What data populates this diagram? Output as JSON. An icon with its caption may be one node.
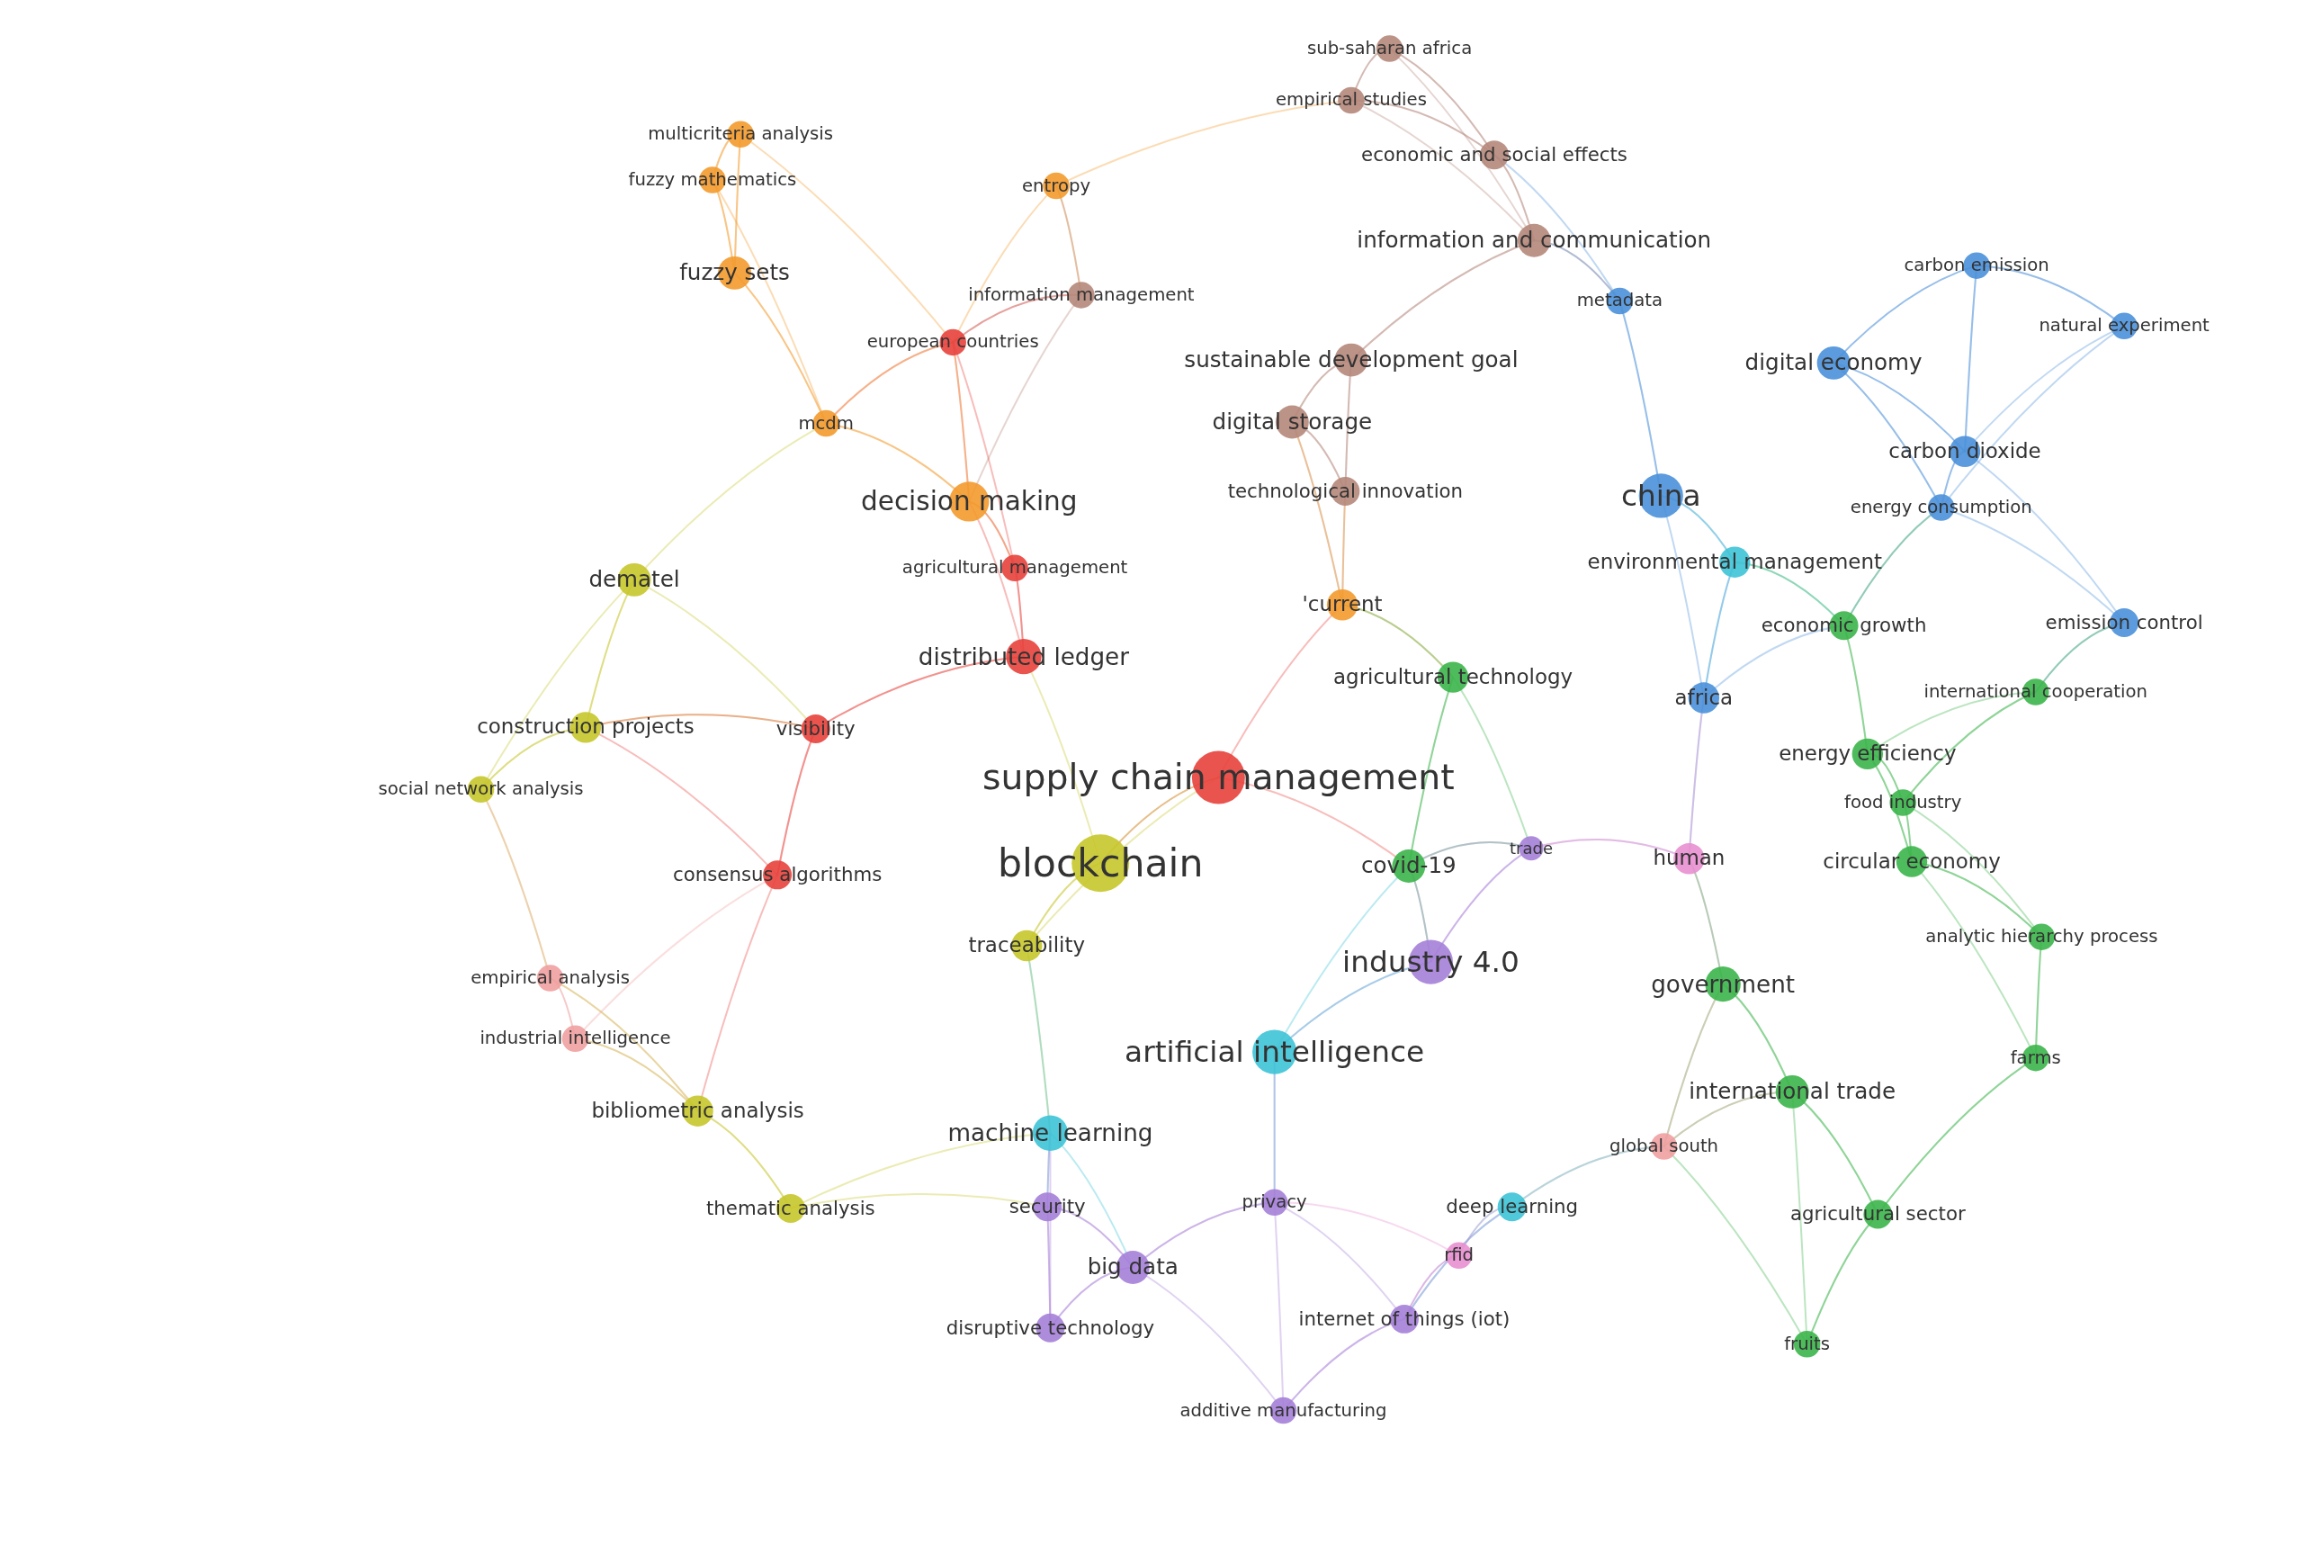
{
  "diagram": {
    "labels": [
      "sub-saharan africa",
      "empirical studies",
      "multicriteria analysis",
      "economic and social effects",
      "fuzzy mathematics",
      "entropy",
      "information and communication",
      "fuzzy sets",
      "carbon emission",
      "information management",
      "metadata",
      "natural experiment",
      "european countries",
      "sustainable development goal",
      "digital economy",
      "mcdm",
      "digital storage",
      "carbon dioxide",
      "decision making",
      "technological innovation",
      "china",
      "energy consumption",
      "agricultural management",
      "environmental management",
      "dematel",
      "'current",
      "economic growth",
      "emission control",
      "distributed ledger",
      "agricultural technology",
      "africa",
      "international cooperation",
      "construction projects",
      "visibility",
      "energy efficiency",
      "supply chain management",
      "social network analysis",
      "food industry",
      "blockchain",
      "covid-19",
      "trade",
      "human",
      "circular economy",
      "consensus algorithms",
      "analytic hierarchy process",
      "traceability",
      "industry 4.0",
      "empirical analysis",
      "government",
      "industrial intelligence",
      "artificial intelligence",
      "farms",
      "bibliometric analysis",
      "international trade",
      "machine learning",
      "global south",
      "thematic analysis",
      "security",
      "privacy",
      "deep learning",
      "agricultural sector",
      "big data",
      "rfid",
      "disruptive technology",
      "internet of things (iot)",
      "fruits",
      "additive manufacturing"
    ]
  }
}
